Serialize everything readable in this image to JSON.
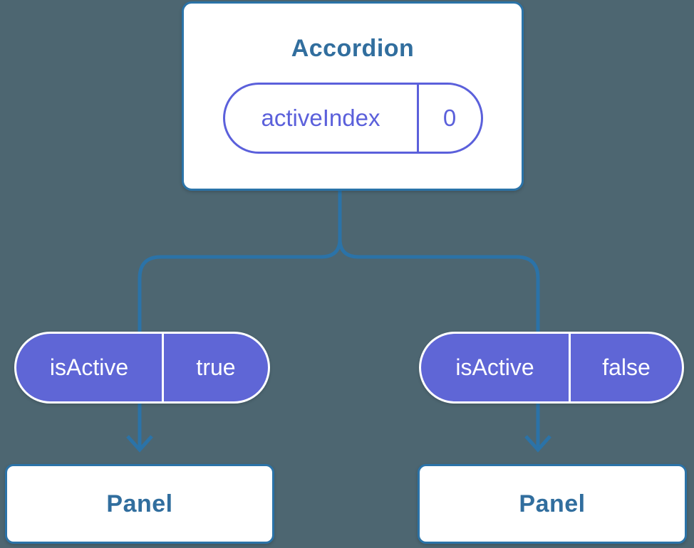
{
  "diagram": {
    "root": {
      "title": "Accordion",
      "state": {
        "name": "activeIndex",
        "value": "0"
      }
    },
    "children": [
      {
        "prop": {
          "name": "isActive",
          "value": "true"
        },
        "title": "Panel"
      },
      {
        "prop": {
          "name": "isActive",
          "value": "false"
        },
        "title": "Panel"
      }
    ]
  },
  "colors": {
    "background": "#4d6671",
    "connector": "#2b73a8",
    "card_border": "#2b73a8",
    "card_bg": "#ffffff",
    "card_text": "#316e9e",
    "prop_pill_fill": "#5f66d6",
    "prop_pill_text": "#ffffff",
    "state_pill_accent": "#5b60db"
  }
}
